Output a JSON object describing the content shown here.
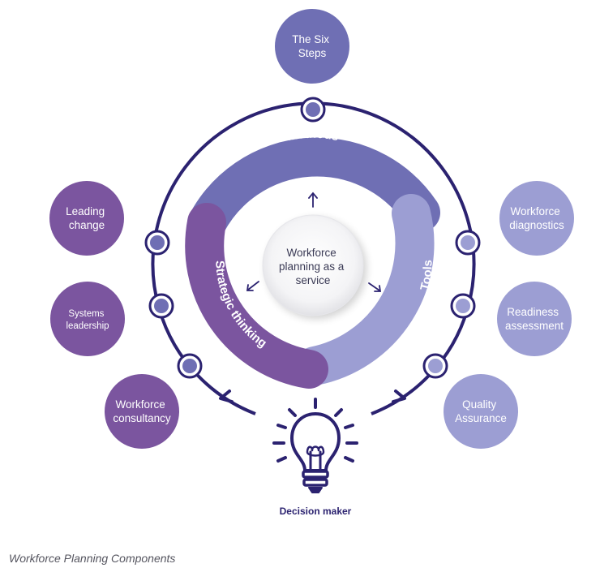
{
  "center": {
    "lines": [
      "Workforce",
      "planning as a",
      "service"
    ]
  },
  "ring_segments": {
    "methods": "Methods",
    "tools": "Tools",
    "strategic_thinking": "Strategic thinking"
  },
  "top_node": {
    "lines": [
      "The Six",
      "Steps"
    ]
  },
  "left_nodes": [
    {
      "lines": [
        "Leading",
        "change"
      ]
    },
    {
      "lines": [
        "Systems",
        "leadership"
      ]
    },
    {
      "lines": [
        "Workforce",
        "consultancy"
      ]
    }
  ],
  "right_nodes": [
    {
      "lines": [
        "Workforce",
        "diagnostics"
      ]
    },
    {
      "lines": [
        "Readiness",
        "assessment"
      ]
    },
    {
      "lines": [
        "Quality",
        "Assurance"
      ]
    }
  ],
  "decision_maker": "Decision maker",
  "caption": "Workforce Planning Components",
  "colors": {
    "outer_ring": "#2b2270",
    "methods": "#6f6fb4",
    "tools": "#9c9ed3",
    "strategic": "#7b559f",
    "left_nodes": "#7b559f",
    "right_nodes": "#9c9ed3",
    "top_node": "#6f6fb4",
    "bulb": "#2b2270"
  }
}
